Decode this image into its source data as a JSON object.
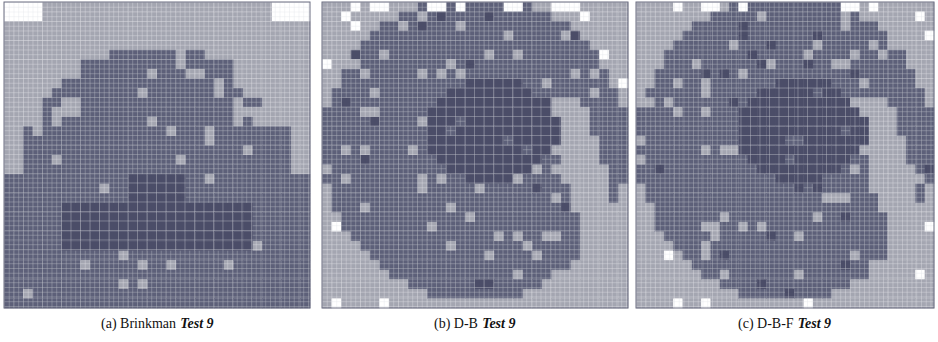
{
  "diagram": {
    "labels": [
      "(a) Brinkman",
      "Test 9",
      "(b) D-B",
      "Test 9",
      "(c) D-B-F",
      "Test 9"
    ]
  }
}
